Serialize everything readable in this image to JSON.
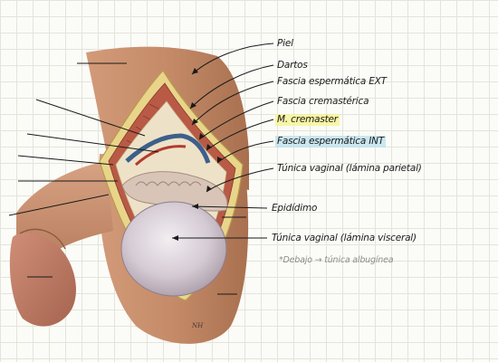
{
  "labels": {
    "piel": "Piel",
    "dartos": "Dartos",
    "fascia_ext": "Fascia espermática EXT",
    "fascia_crem": "Fascia cremastérica",
    "cremaster": "M. cremaster",
    "fascia_int": "Fascia espermática INT",
    "tunica_parietal": "Túnica vaginal (lámina parietal)",
    "epididimo": "Epidídimo",
    "tunica_visceral": "Túnica vaginal (lámina visceral)",
    "note": "*Debajo → túnica albugínea"
  },
  "colors": {
    "skin": "#c9906e",
    "skin_shadow": "#a06a4e",
    "muscle": "#b85a45",
    "testis": "#d9d0d8",
    "fascia_yellow": "#e8d58a",
    "highlight_yellow": "#f6f48c",
    "highlight_blue": "#bee2ee"
  }
}
